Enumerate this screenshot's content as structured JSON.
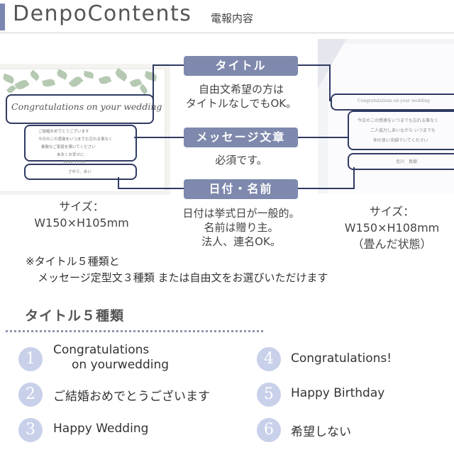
{
  "header": {
    "brand": "DenpoContents",
    "subtitle": "電報内容"
  },
  "left_card": {
    "title_text": "Congratulations on your wedding",
    "message_lines": [
      "ご結婚おめでとうございます",
      "今日のこの感激をいつまでも忘れる事なく",
      "素敵なご家庭を築いてください",
      "末永くお幸せに"
    ],
    "date": "2022.11.22",
    "sender": "さゆり、あい"
  },
  "right_card": {
    "title_text": "Congratulations on your wedding",
    "message_lines": [
      "今日のこの感激をいつまでも忘れる事なく",
      "二人協力しあいながら いつまでも",
      "仲の良い夫婦でいてください"
    ],
    "sender": "北川　真樹"
  },
  "labels": {
    "title": {
      "label": "タイトル",
      "desc": [
        "自由文希望の方は",
        "タイトルなしでもOK。"
      ]
    },
    "message": {
      "label": "メッセージ文章",
      "desc": [
        "必須です。"
      ]
    },
    "date_name": {
      "label": "日付・名前",
      "desc": [
        "日付は挙式日が一般的。",
        "名前は贈り主。",
        "法人、連名OK。"
      ]
    }
  },
  "size_left": [
    "サイズ：",
    "W150×H105mm"
  ],
  "size_right": [
    "サイズ：",
    "W150×H108mm",
    "（畳んだ状態）"
  ],
  "note": [
    "※タイトル５種類と",
    "メッセージ定型文３種類 または自由文をお選びいただけます"
  ],
  "section_title": "タイトル５種類",
  "titles": [
    {
      "num": "1",
      "lines": [
        "Congratulations",
        "on yourwedding"
      ]
    },
    {
      "num": "2",
      "lines": [
        "ご結婚おめでとうございます"
      ]
    },
    {
      "num": "3",
      "lines": [
        "Happy Wedding"
      ]
    },
    {
      "num": "4",
      "lines": [
        "Congratulations!"
      ]
    },
    {
      "num": "5",
      "lines": [
        "Happy Birthday"
      ]
    },
    {
      "num": "6",
      "lines": [
        "希望しない"
      ]
    }
  ],
  "colors": {
    "accent": "#7e89ad",
    "frame": "#2f3a62",
    "number_bg": "#c8d0ea"
  }
}
